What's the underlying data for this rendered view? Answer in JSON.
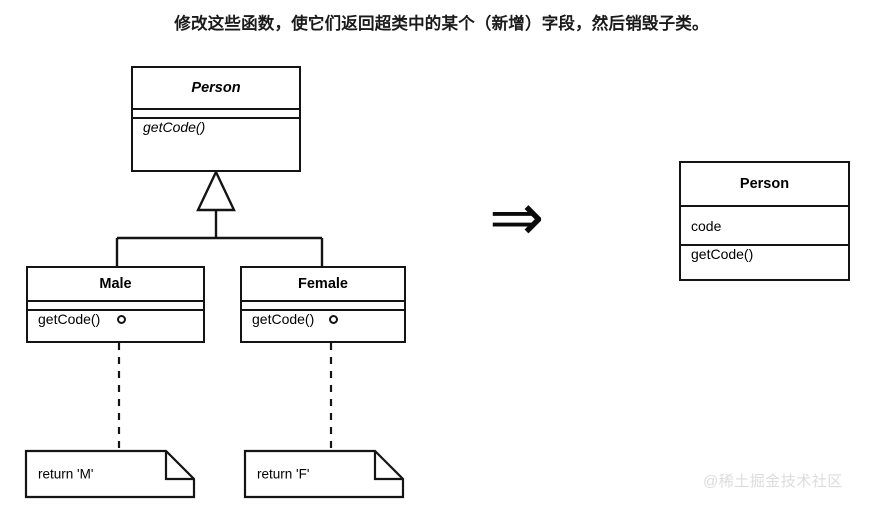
{
  "caption": "修改这些函数，使它们返回超类中的某个（新增）字段，然后销毁子类。",
  "before": {
    "superclass": {
      "name": "Person",
      "abstract": true,
      "attributes": [],
      "methods": [
        "getCode()"
      ]
    },
    "subclasses": [
      {
        "name": "Male",
        "abstract": false,
        "attributes": [],
        "methods": [
          "getCode()"
        ],
        "note": "return 'M'"
      },
      {
        "name": "Female",
        "abstract": false,
        "attributes": [],
        "methods": [
          "getCode()"
        ],
        "note": "return 'F'"
      }
    ],
    "relationship": "generalization"
  },
  "arrow": {
    "glyph": "⇒",
    "meaning": "refactors-to"
  },
  "after": {
    "class": {
      "name": "Person",
      "abstract": false,
      "attributes": [
        "code"
      ],
      "methods": [
        "getCode()"
      ]
    }
  },
  "watermark": "@稀土掘金技术社区",
  "colors": {
    "stroke": "#141414",
    "background": "#ffffff",
    "text": "#000000",
    "watermark": "#dcdcdc"
  }
}
